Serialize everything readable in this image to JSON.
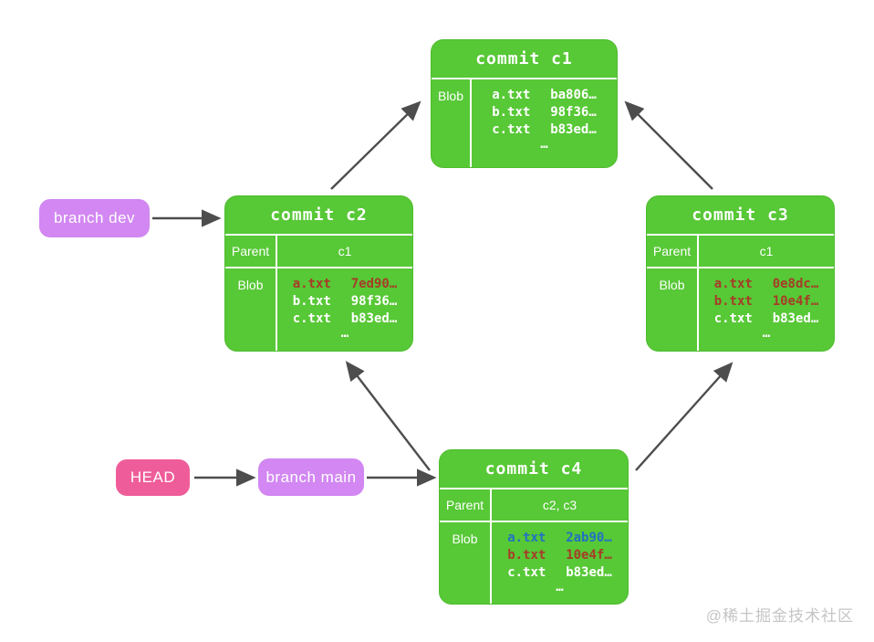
{
  "colors": {
    "commit_box_green": "#57c836",
    "divider_white": "#ffffff",
    "branch_purple": "#d287f2",
    "head_pink": "#ee5d99",
    "arrow_gray": "#4d4d4d",
    "file_white": "#ffffff",
    "file_red": "#a63c28",
    "file_blue": "#1f72c4",
    "watermark_gray": "#c5c5c5"
  },
  "commits": [
    {
      "title": "commit c1",
      "blob_label": "Blob",
      "files": [
        {
          "name": "a.txt",
          "hash": "ba806…",
          "color": "#ffffff"
        },
        {
          "name": "b.txt",
          "hash": "98f36…",
          "color": "#ffffff"
        },
        {
          "name": "c.txt",
          "hash": "b83ed…",
          "color": "#ffffff"
        }
      ],
      "ellipsis": "…"
    },
    {
      "title": "commit c2",
      "parent_label": "Parent",
      "parent_value": "c1",
      "blob_label": "Blob",
      "files": [
        {
          "name": "a.txt",
          "hash": "7ed90…",
          "color": "#a63c28"
        },
        {
          "name": "b.txt",
          "hash": "98f36…",
          "color": "#ffffff"
        },
        {
          "name": "c.txt",
          "hash": "b83ed…",
          "color": "#ffffff"
        }
      ],
      "ellipsis": "…"
    },
    {
      "title": "commit c3",
      "parent_label": "Parent",
      "parent_value": "c1",
      "blob_label": "Blob",
      "files": [
        {
          "name": "a.txt",
          "hash": "0e8dc…",
          "color": "#a63c28"
        },
        {
          "name": "b.txt",
          "hash": "10e4f…",
          "color": "#a63c28"
        },
        {
          "name": "c.txt",
          "hash": "b83ed…",
          "color": "#ffffff"
        }
      ],
      "ellipsis": "…"
    },
    {
      "title": "commit c4",
      "parent_label": "Parent",
      "parent_value": "c2, c3",
      "blob_label": "Blob",
      "files": [
        {
          "name": "a.txt",
          "hash": "2ab90…",
          "color": "#1f72c4"
        },
        {
          "name": "b.txt",
          "hash": "10e4f…",
          "color": "#a63c28"
        },
        {
          "name": "c.txt",
          "hash": "b83ed…",
          "color": "#ffffff"
        }
      ],
      "ellipsis": "…"
    }
  ],
  "pointers": {
    "branch_dev": "branch dev",
    "head": "HEAD",
    "branch_main": "branch main"
  },
  "watermark": "@稀土掘金技术社区"
}
